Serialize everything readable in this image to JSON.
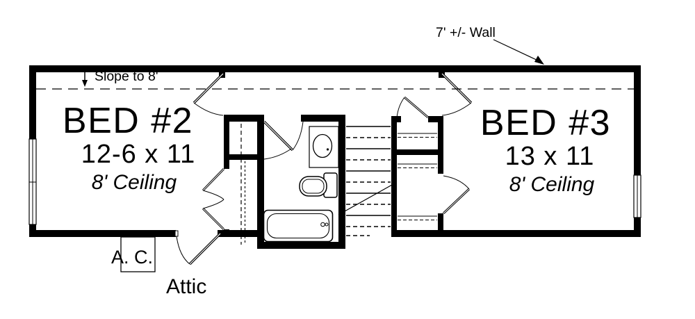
{
  "document": {
    "type": "floor-plan"
  },
  "rooms": {
    "bed2": {
      "name": "BED #2",
      "dimensions": "12-6 x 11",
      "ceiling": "8' Ceiling"
    },
    "bed3": {
      "name": "BED #3",
      "dimensions": "13 x 11",
      "ceiling": "8' Ceiling"
    }
  },
  "annotations": {
    "slope": "Slope to 8'",
    "wall_height": "7' +/- Wall",
    "ac_unit": "A. C.",
    "attic": "Attic"
  },
  "fixtures": [
    "bathtub",
    "toilet",
    "sink-vanity",
    "staircase",
    "window",
    "door"
  ],
  "colors": {
    "ink": "#000000",
    "paper": "#ffffff"
  }
}
